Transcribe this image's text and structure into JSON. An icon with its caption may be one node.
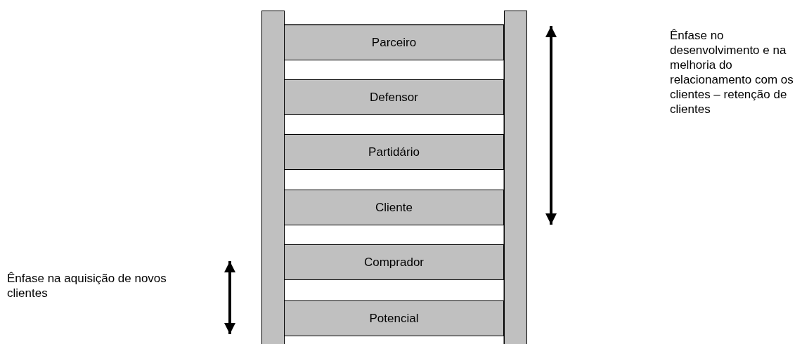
{
  "diagram": {
    "nodes": [
      {
        "text": [],
        "shape": "bar"
      },
      {
        "text": [
          "Parceiro"
        ]
      },
      {
        "text": [
          "Defensor"
        ]
      },
      {
        "text": [
          "Partidário"
        ]
      },
      {
        "text": [
          "Cliente"
        ]
      },
      {
        "text": [
          "Comprador"
        ]
      },
      {
        "text": [
          "Potencial"
        ]
      },
      {
        "text": [],
        "shape": "bar"
      }
    ],
    "labels": [
      "Ênfase no desenvolvimento e na melhoria do relacionamento com os clientes – retenção de clientes",
      "Ênfase na aquisição de novos clientes"
    ]
  }
}
